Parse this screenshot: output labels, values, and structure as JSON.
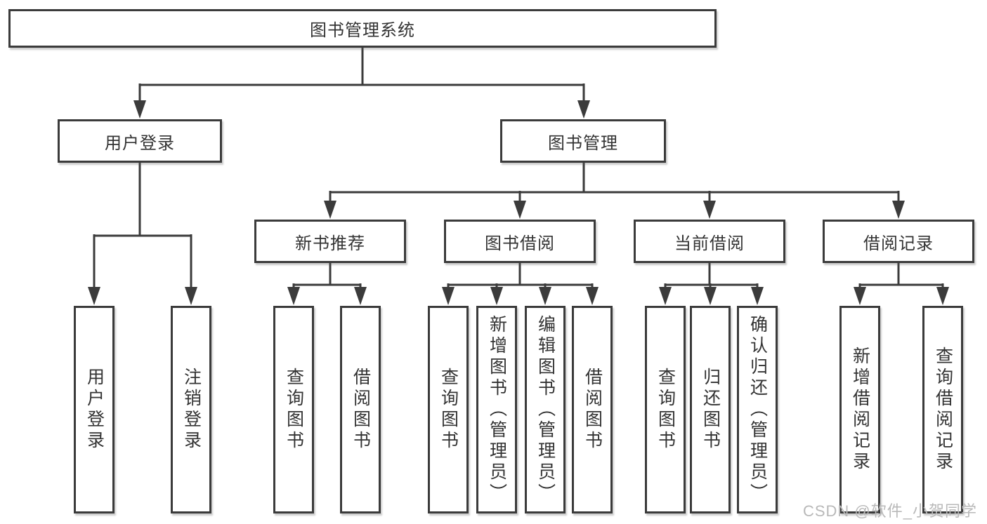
{
  "tree": {
    "label": "图书管理系统",
    "children": [
      {
        "label": "用户登录",
        "children": [
          {
            "label": "用户登录"
          },
          {
            "label": "注销登录"
          }
        ]
      },
      {
        "label": "图书管理",
        "children": [
          {
            "label": "新书推荐",
            "children": [
              {
                "label": "查询图书"
              },
              {
                "label": "借阅图书"
              }
            ]
          },
          {
            "label": "图书借阅",
            "children": [
              {
                "label": "查询图书"
              },
              {
                "label": "新增图书（管理员）"
              },
              {
                "label": "编辑图书（管理员）"
              },
              {
                "label": "借阅图书"
              }
            ]
          },
          {
            "label": "当前借阅",
            "children": [
              {
                "label": "查询图书"
              },
              {
                "label": "归还图书"
              },
              {
                "label": "确认归还（管理员）"
              }
            ]
          },
          {
            "label": "借阅记录",
            "children": [
              {
                "label": "新增借阅记录"
              },
              {
                "label": "查询借阅记录"
              }
            ]
          }
        ]
      }
    ]
  },
  "watermark": {
    "text": "CSDN @软件_小贺同学"
  },
  "colors": {
    "line": "#3b3b3b",
    "text": "#333333",
    "watermark": "#b9b9b9",
    "background": "#ffffff"
  }
}
